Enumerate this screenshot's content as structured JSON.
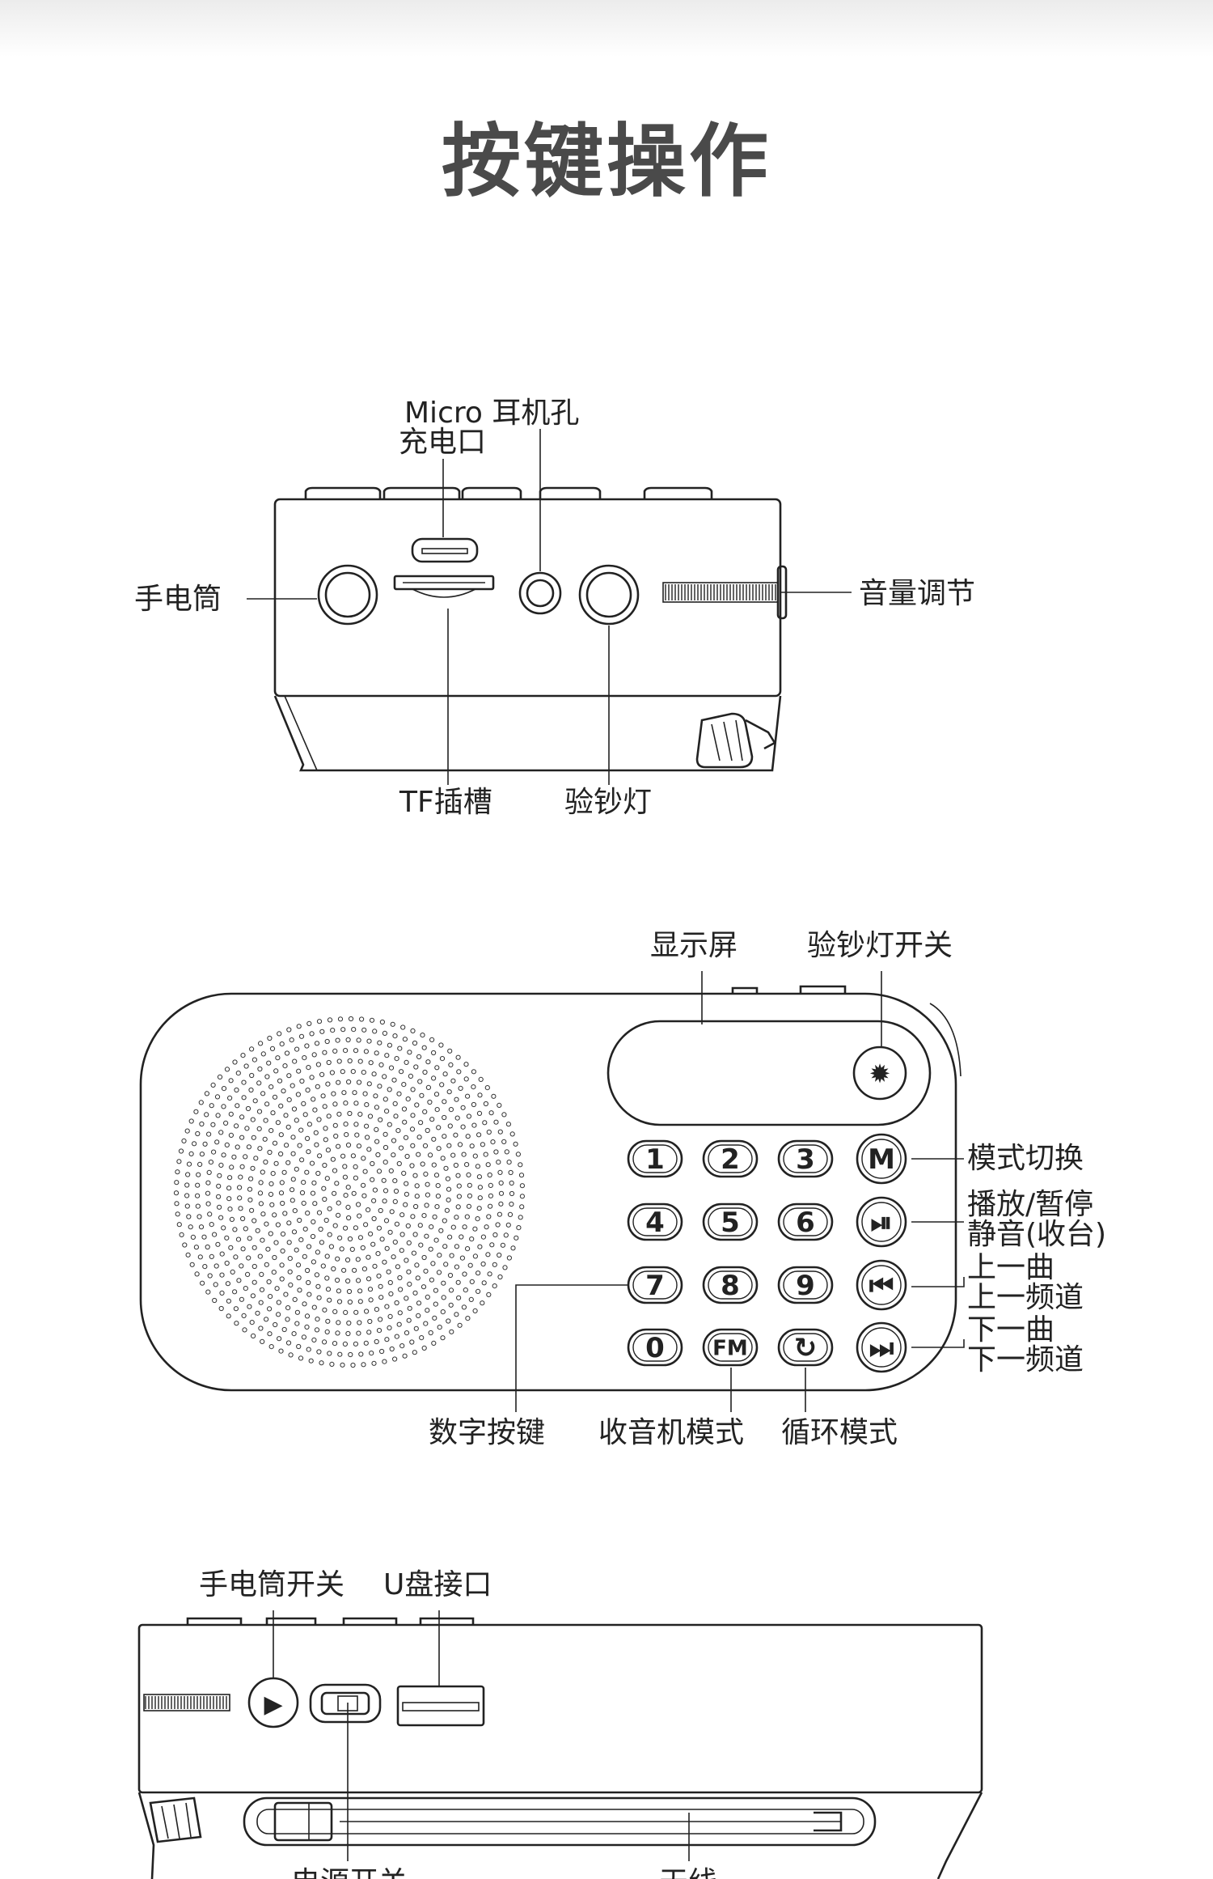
{
  "title": "按键操作",
  "top_view": {
    "labels": {
      "micro_line1": "Micro 耳机孔",
      "micro_line2": "充电口",
      "flashlight": "手电筒",
      "volume": "音量调节",
      "tf_slot": "TF插槽",
      "money_lamp": "验钞灯"
    }
  },
  "front_view": {
    "labels": {
      "display": "显示屏",
      "money_lamp_switch": "验钞灯开关",
      "mode_switch": "模式切换",
      "play_pause": "播放/暂停",
      "mute": "静音(收台)",
      "prev_track": "上一曲",
      "prev_channel": "上一频道",
      "next_track": "下一曲",
      "next_channel": "下一频道",
      "number_keys": "数字按键",
      "radio_mode": "收音机模式",
      "loop_mode": "循环模式"
    },
    "keys": [
      "1",
      "2",
      "3",
      "M",
      "4",
      "5",
      "6",
      "⏯",
      "7",
      "8",
      "9",
      "⏮",
      "0",
      "FM",
      "↻",
      "⏭"
    ]
  },
  "bottom_view": {
    "labels": {
      "flashlight_switch": "手电筒开关",
      "usb_port": "U盘接口",
      "power_switch": "电源开关",
      "antenna": "天线"
    }
  }
}
